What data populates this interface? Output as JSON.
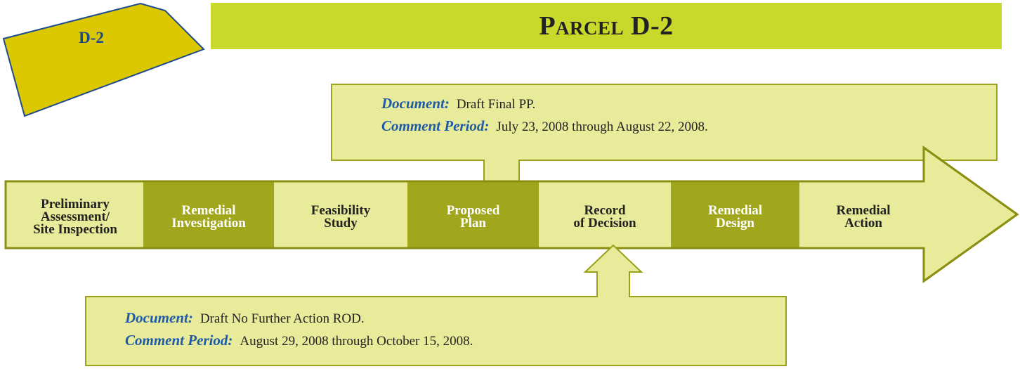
{
  "badge": {
    "label": "D-2"
  },
  "banner": {
    "title": "Parcel D-2"
  },
  "colors": {
    "banner": "#c8d92b",
    "badge_fill": "#dcc800",
    "badge_border": "#1e4b8c",
    "step_light": "#e8eb9a",
    "step_dark": "#a0a71c",
    "arrow_border": "#8a8f12",
    "callout_fill": "#e8eb9a",
    "callout_border": "#9aa01a",
    "label_blue": "#1e5aa8"
  },
  "process_steps": [
    {
      "label": "Preliminary\nAssessment/\nSite Inspection",
      "shade": "light"
    },
    {
      "label": "Remedial\nInvestigation",
      "shade": "dark"
    },
    {
      "label": "Feasibility\nStudy",
      "shade": "light"
    },
    {
      "label": "Proposed\nPlan",
      "shade": "dark"
    },
    {
      "label": "Record\nof Decision",
      "shade": "light"
    },
    {
      "label": "Remedial\nDesign",
      "shade": "dark"
    },
    {
      "label": "Remedial\nAction",
      "shade": "light"
    }
  ],
  "callout_top": {
    "document_label": "Document:",
    "document_value": "Draft Final PP.",
    "period_label": "Comment Period:",
    "period_value": "July 23, 2008 through August 22, 2008.",
    "points_to": "Proposed Plan"
  },
  "callout_bottom": {
    "document_label": "Document:",
    "document_value": "Draft No Further Action ROD.",
    "period_label": "Comment Period:",
    "period_value": "August 29, 2008 through October 15, 2008.",
    "points_to": "Record of Decision"
  }
}
